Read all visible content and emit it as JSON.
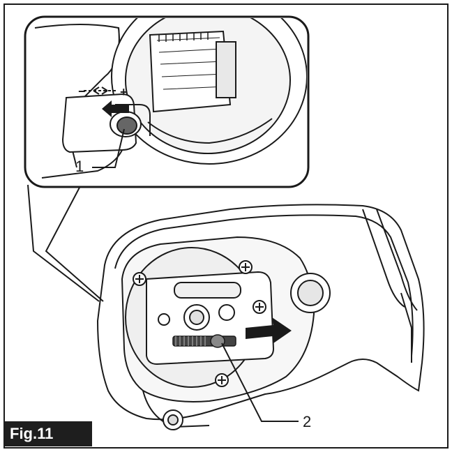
{
  "figure": {
    "label": "Fig.11",
    "callouts": [
      {
        "id": "1",
        "text": "1"
      },
      {
        "id": "2",
        "text": "2"
      }
    ],
    "scale_marks": {
      "minus": "−",
      "plus": "+"
    },
    "colors": {
      "line": "#1a1a1a",
      "fill_light": "#f2f2f2",
      "fill_mid": "#cfcfcf",
      "fill_dark": "#555555",
      "label_bg": "#1e1e1e"
    }
  }
}
